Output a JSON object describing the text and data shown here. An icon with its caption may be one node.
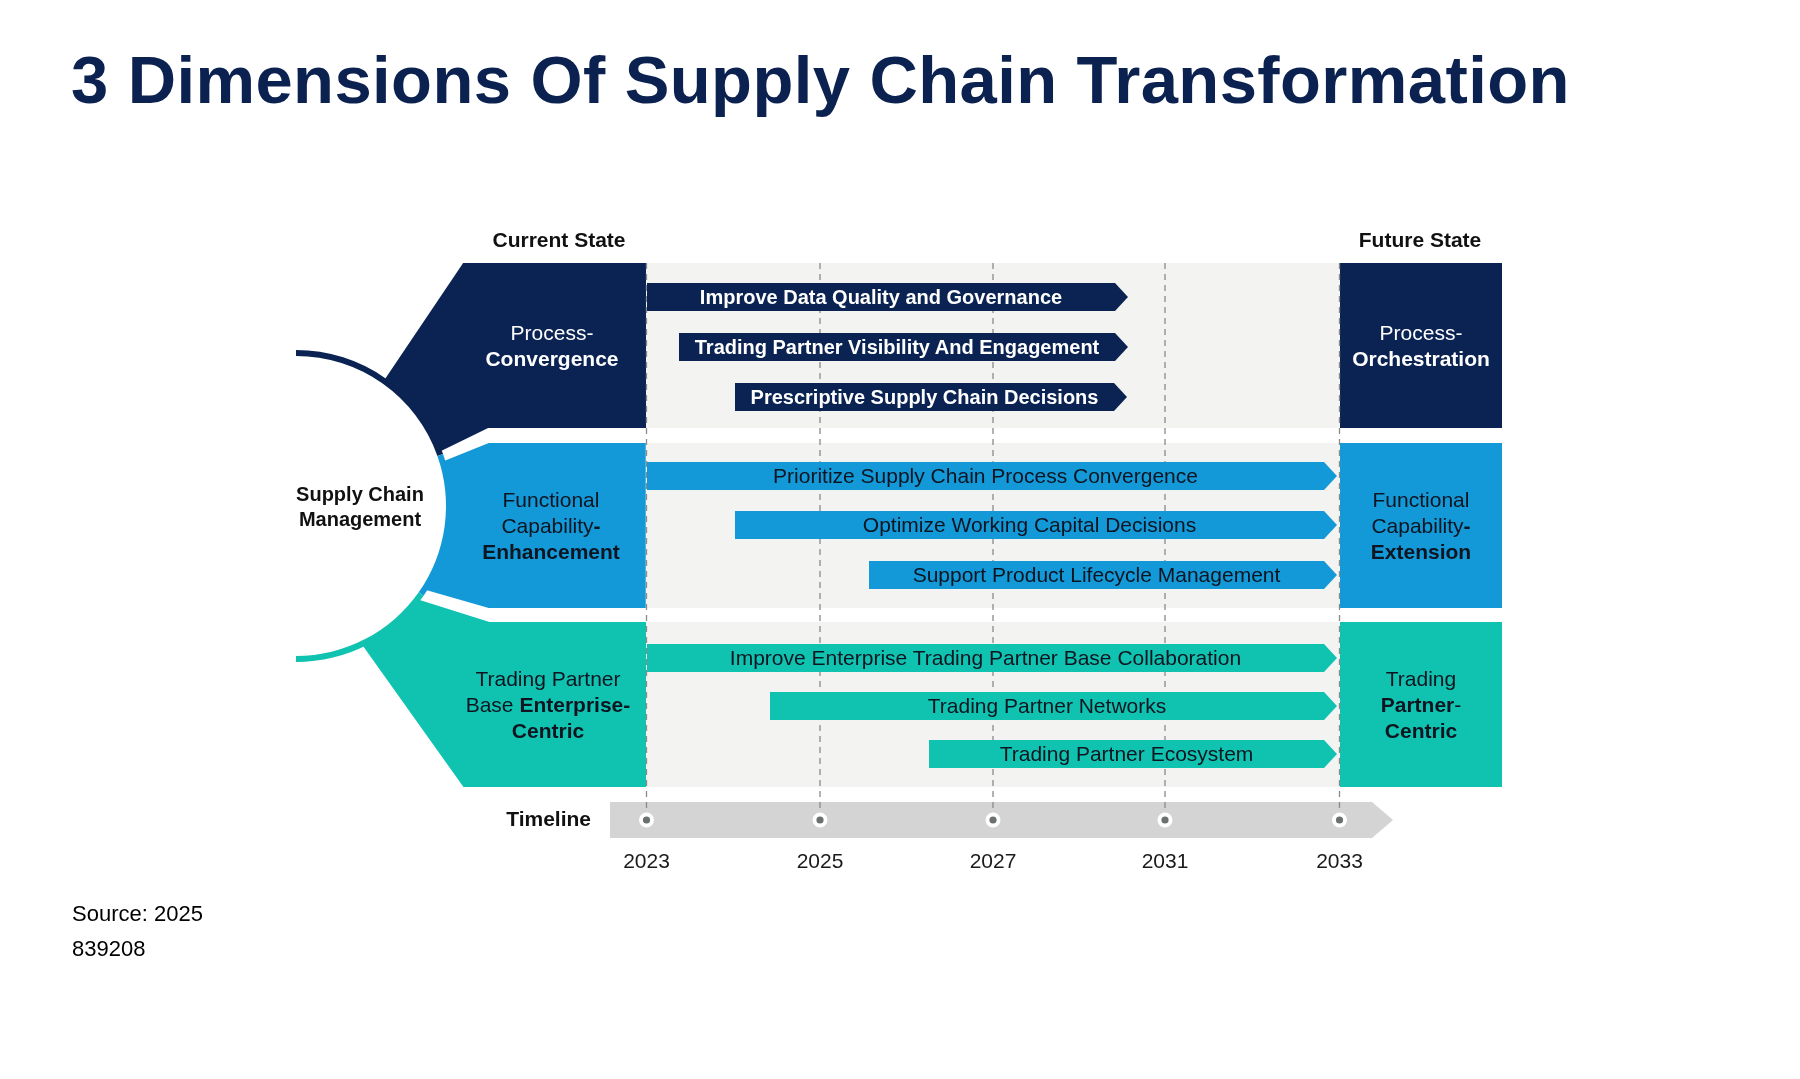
{
  "diagram": {
    "title": "3 Dimensions Of Supply Chain Transformation",
    "nodes": [
      {
        "text": [
          "Supply Chain Management"
        ]
      },
      {
        "text": [
          "Process-**Convergence**"
        ]
      },
      {
        "text": [
          "Improve Data Quality and Governance"
        ]
      },
      {
        "text": [
          "Trading Partner Visibility And Engagement"
        ]
      },
      {
        "text": [
          "Prescriptive Supply Chain Decisions"
        ]
      },
      {
        "text": [
          "Process-**Orchestration**"
        ]
      },
      {
        "text": [
          "Functional Capability**-Enhancement**"
        ]
      },
      {
        "text": [
          "Prioritize Supply Chain Process Convergence"
        ]
      },
      {
        "text": [
          "Optimize Working Capital Decisions"
        ]
      },
      {
        "text": [
          "Support Product Lifecycle Management"
        ]
      },
      {
        "text": [
          "Functional Capability**-Extension**"
        ]
      },
      {
        "text": [
          "Trading Partner Base **Enterprise-Centric**"
        ]
      },
      {
        "text": [
          "Improve Enterprise Trading Partner Base Collaboration"
        ]
      },
      {
        "text": [
          "Trading Partner Networks"
        ]
      },
      {
        "text": [
          "Trading Partner Ecosystem"
        ]
      },
      {
        "text": [
          "Trading **Partner**-**Centric**"
        ]
      }
    ],
    "labels": [
      "Current State",
      "Future State",
      "Timeline",
      "2023",
      "2025",
      "2027",
      "2031",
      "2033",
      "Source: 2025",
      "839208"
    ]
  }
}
